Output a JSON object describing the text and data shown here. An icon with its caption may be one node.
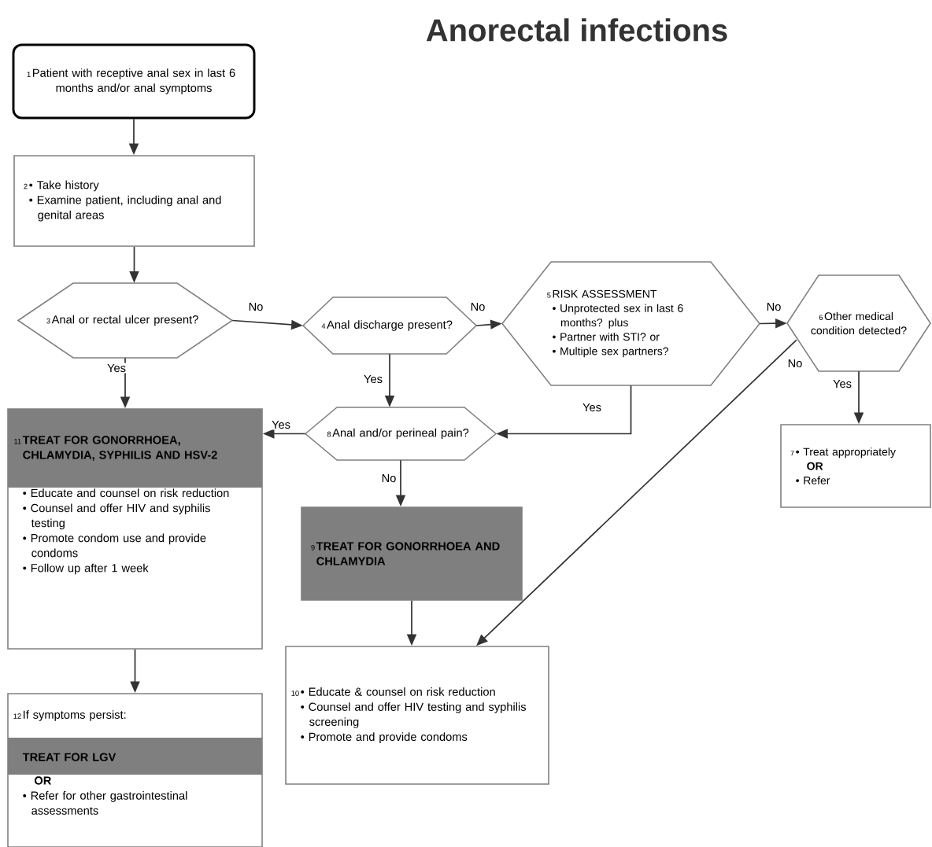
{
  "diagram": {
    "title": "Anorectal infections",
    "nodes": [
      {
        "text": [
          "1",
          "Patient with receptive anal sex in last 6 months and/or anal symptoms"
        ]
      },
      {
        "text": [
          "2",
          "• Take history",
          "• Examine patient, including anal and genital areas"
        ]
      },
      {
        "text": [
          "3",
          "Anal or rectal ulcer present?"
        ]
      },
      {
        "text": [
          "4",
          "Anal discharge present?"
        ]
      },
      {
        "text": [
          "5",
          "RISK ASSESSMENT",
          "• Unprotected sex in last 6 months? plus",
          "• Partner with STI? or",
          "• Multiple sex partners?"
        ]
      },
      {
        "text": [
          "6",
          "Other medical condition detected?"
        ]
      },
      {
        "text": [
          "7",
          "• Treat appropriately",
          "OR",
          "• Refer"
        ]
      },
      {
        "text": [
          "8",
          "Anal and/or perineal pain?"
        ]
      },
      {
        "text": [
          "11",
          "TREAT FOR GONORRHOEA, CHLAMYDIA, SYPHILIS AND HSV-2",
          "• Educate and counsel on risk reduction",
          "• Counsel and offer HIV and syphilis testing",
          "• Promote condom use and provide condoms",
          "• Follow up after 1 week"
        ]
      },
      {
        "text": [
          "9",
          "TREAT FOR GONORRHOEA AND CHLAMYDIA"
        ]
      },
      {
        "text": [
          "10",
          "• Educate & counsel on risk reduction",
          "• Counsel and offer HIV testing and syphilis screening",
          "• Promote and provide condoms"
        ]
      },
      {
        "text": [
          "12",
          "If symptoms persist:",
          "TREAT FOR LGV",
          "OR",
          "• Refer for other gastrointestinal assessments"
        ]
      }
    ],
    "edges": [
      {
        "from": 0,
        "to": 1,
        "arrow": "to"
      },
      {
        "from": 1,
        "to": 2,
        "arrow": "to"
      },
      {
        "from": 2,
        "to": 3,
        "arrow": "to",
        "label": "No"
      },
      {
        "from": 2,
        "to": 8,
        "arrow": "to",
        "label": "Yes"
      },
      {
        "from": 3,
        "to": 4,
        "arrow": "to",
        "label": "No"
      },
      {
        "from": 3,
        "to": 7,
        "arrow": "to",
        "label": "Yes"
      },
      {
        "from": 4,
        "to": 5,
        "arrow": "to",
        "label": "No"
      },
      {
        "from": 4,
        "to": 7,
        "arrow": "to",
        "label": "Yes"
      },
      {
        "from": 5,
        "to": 10,
        "arrow": "to",
        "label": "No"
      },
      {
        "from": 5,
        "to": 6,
        "arrow": "to",
        "label": "Yes"
      },
      {
        "from": 7,
        "to": 8,
        "arrow": "to",
        "label": "Yes"
      },
      {
        "from": 7,
        "to": 9,
        "arrow": "to",
        "label": "No"
      },
      {
        "from": 9,
        "to": 10,
        "arrow": "to"
      },
      {
        "from": 8,
        "to": 11,
        "arrow": "to"
      }
    ]
  }
}
